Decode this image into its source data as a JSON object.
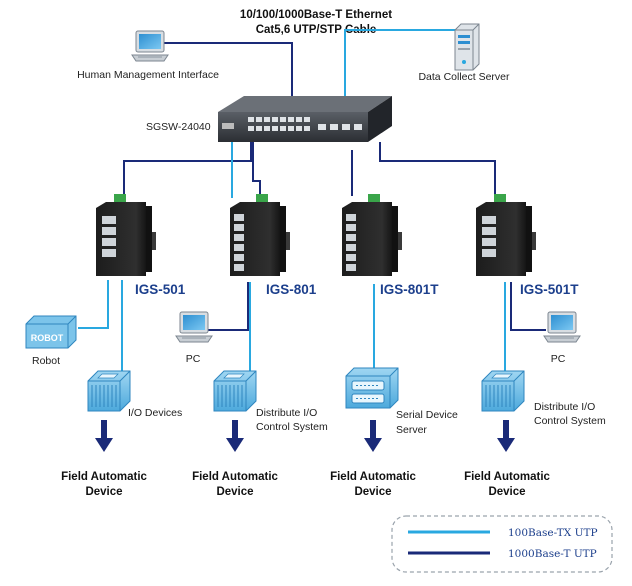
{
  "header": {
    "line1": "10/100/1000Base-T Ethernet",
    "line2": "Cat5,6 UTP/STP Cable"
  },
  "nodes": {
    "human_management": "Human Management Interface",
    "data_collect_server": "Data Collect Server",
    "core_switch": "SGSW-24040"
  },
  "industrial_switches": [
    "IGS-501",
    "IGS-801",
    "IGS-801T",
    "IGS-501T"
  ],
  "endpoints": {
    "robot_icon_text": "ROBOT",
    "robot_label": "Robot",
    "pc_label": "PC",
    "io_devices": "I/O Devices",
    "distribute_io_1": "Distribute I/O",
    "distribute_io_2": "Control System",
    "serial_device_1": "Serial Device",
    "serial_device_2": "Server"
  },
  "field_device": {
    "line1": "Field Automatic",
    "line2": "Device"
  },
  "legend": [
    {
      "label": "100Base-TX UTP",
      "color": "#29a8e0"
    },
    {
      "label": "1000Base-T UTP",
      "color": "#1a2a78"
    }
  ],
  "colors": {
    "tx_cable": "#29a8e0",
    "t_cable": "#1a2a78",
    "model_text": "#1c3f8c"
  },
  "icons": [
    "computer-icon",
    "server-tower-icon",
    "network-switch-icon",
    "industrial-switch-icon",
    "robot-icon",
    "io-module-icon",
    "serial-server-icon",
    "down-arrow-icon"
  ]
}
